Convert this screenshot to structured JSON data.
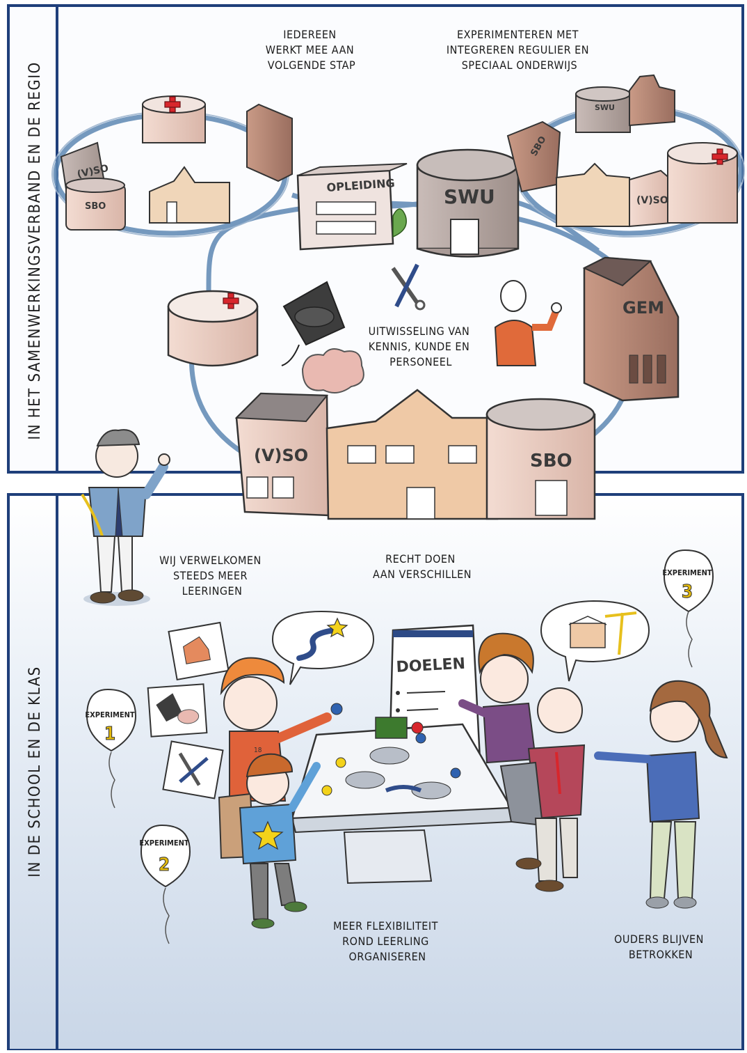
{
  "sections": {
    "top": {
      "side_label": "IN HET SAMENWERKINGSVERBAND EN DE REGIO"
    },
    "bottom": {
      "side_label": "IN DE SCHOOL EN DE KLAS"
    }
  },
  "captions": {
    "iedereen": [
      "IEDEREEN",
      "WERKT MEE AAN",
      "VOLGENDE STAP"
    ],
    "experimenteren": [
      "EXPERIMENTEREN MET",
      "INTEGREREN REGULIER EN",
      "SPECIAAL ONDERWIJS"
    ],
    "uitwisseling": [
      "UITWISSELING VAN",
      "KENNIS, KUNDE EN",
      "PERSONEEL"
    ],
    "verwelkomen": [
      "WIJ VERWELKOMEN",
      "STEEDS MEER",
      "LEERINGEN"
    ],
    "recht": [
      "RECHT DOEN",
      "AAN VERSCHILLEN"
    ],
    "flexibiliteit": [
      "MEER FLEXIBILITEIT",
      "ROND LEERLING",
      "ORGANISEREN"
    ],
    "ouders": [
      "OUDERS BLIJVEN",
      "BETROKKEN"
    ]
  },
  "buildings": {
    "vso_left": "(V)SO",
    "sbo_left": "SBO",
    "opleiding": "OPLEIDING",
    "swu_center": "SWU",
    "swu_right": "SWU",
    "sbo_right": "SBO",
    "vso_right": "(V)SO",
    "gem": "GEM",
    "vso_bottom": "(V)SO",
    "sbo_bottom": "SBO"
  },
  "board": {
    "title": "DOELEN"
  },
  "shirt": {
    "number": "18"
  },
  "balloons": [
    {
      "label": "EXPERIMENT",
      "number": "1"
    },
    {
      "label": "EXPERIMENT",
      "number": "2"
    },
    {
      "label": "EXPERIMENT",
      "number": "3"
    }
  ],
  "icons": [
    "hospital-cross-icon",
    "graduation-cap-icon",
    "brain-icon",
    "tools-icon",
    "star-icon",
    "crane-icon",
    "flag-icon"
  ],
  "colors": {
    "frame_blue": "#1f3f7a",
    "network_blue": "#5d87b3",
    "building_pink": "#e9cfc4",
    "building_grey": "#9b9090",
    "cross_red": "#d8262c",
    "star_yellow": "#f3d21a"
  }
}
